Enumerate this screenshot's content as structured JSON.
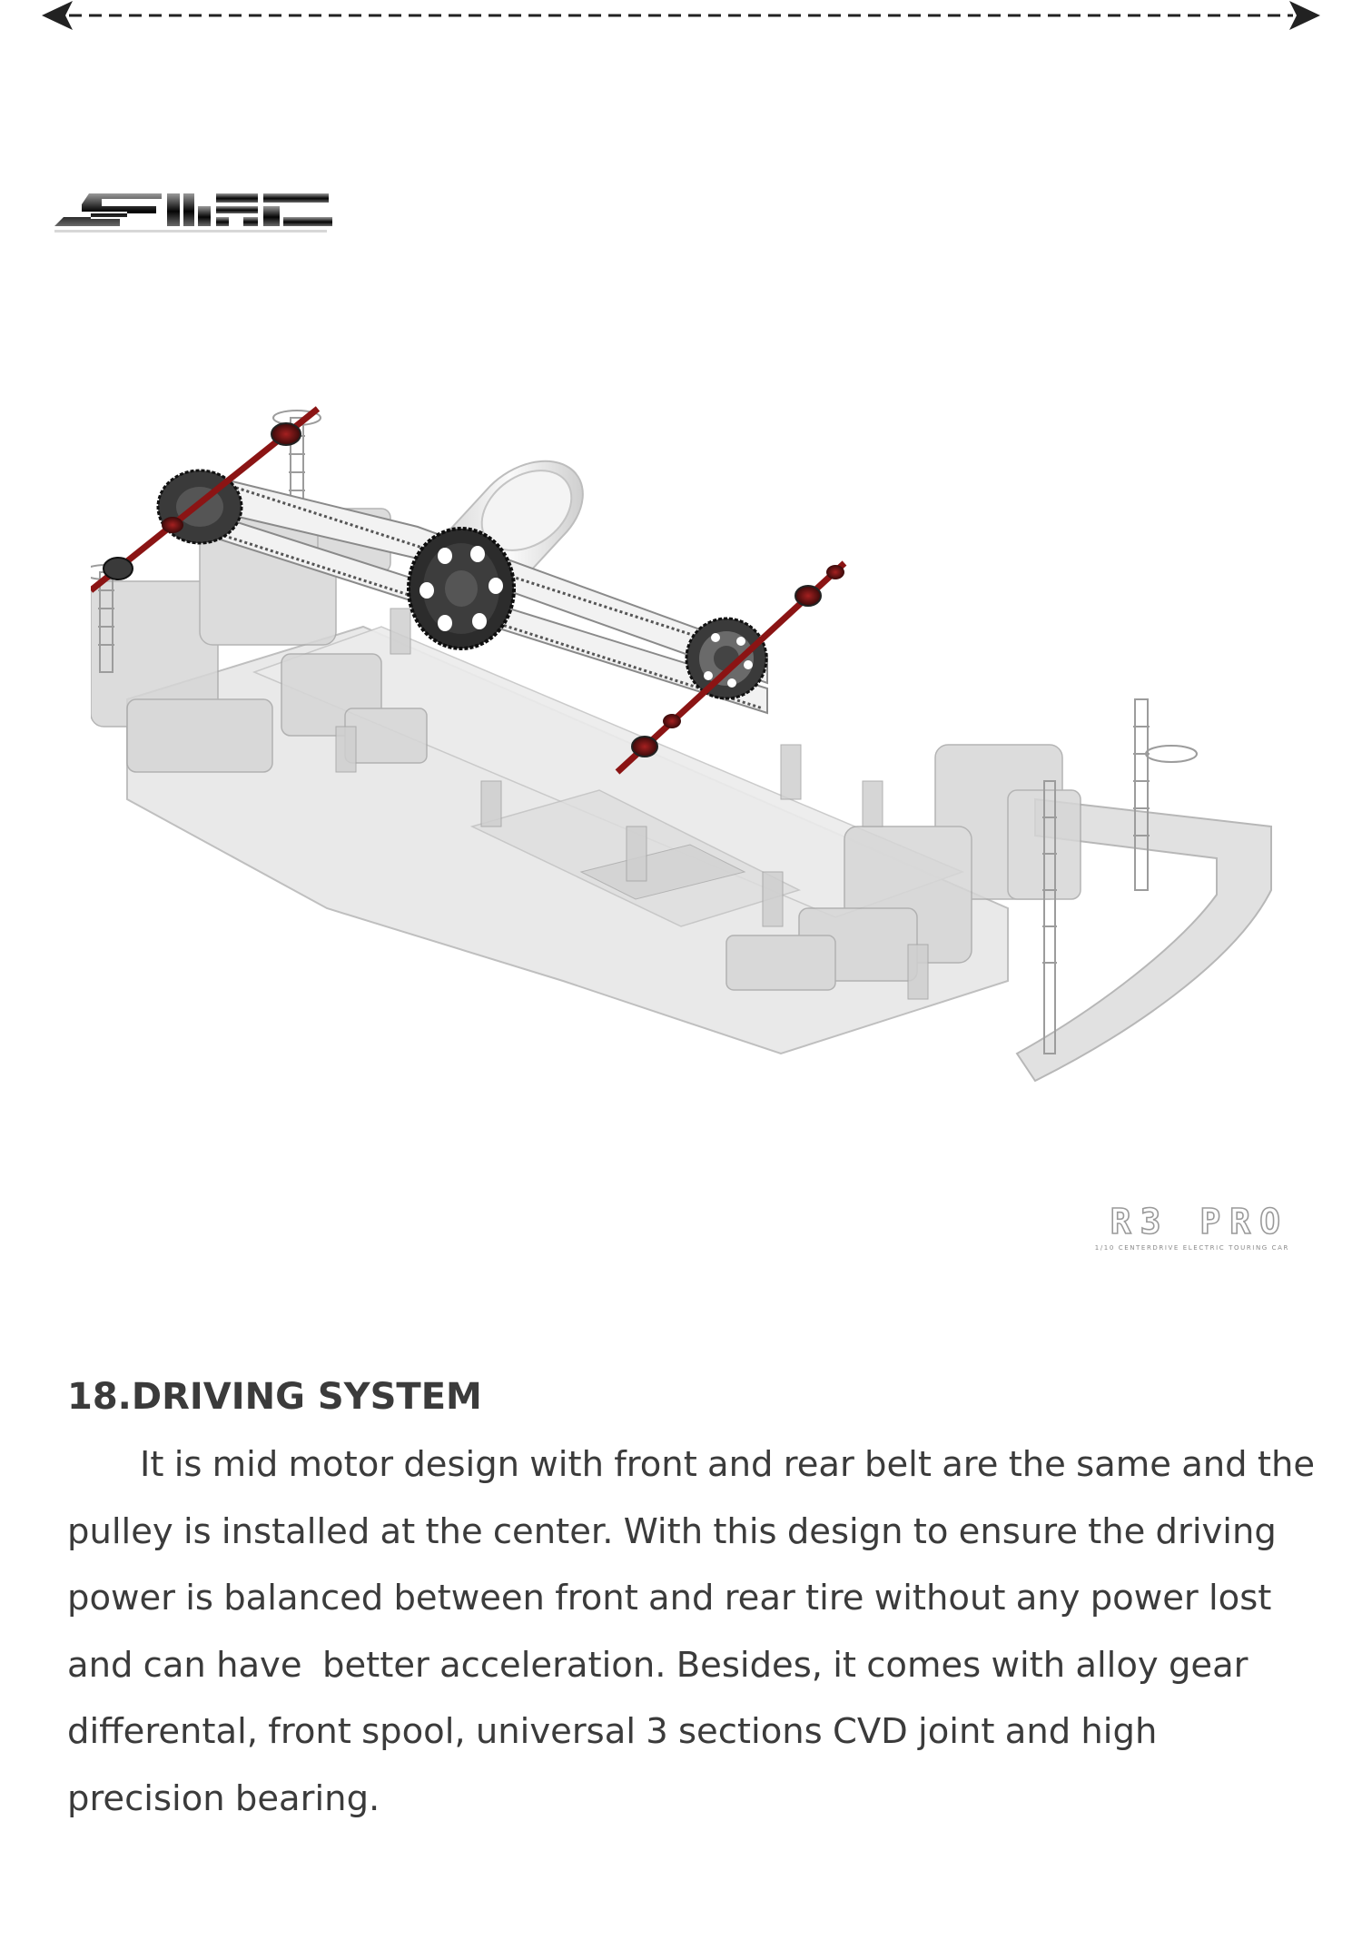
{
  "logo": {
    "text": "SWORKZ"
  },
  "product": {
    "title": "R3 PRO",
    "subtitle": "1/10 CENTERDRIVE ELECTRIC TOURING CAR"
  },
  "section": {
    "heading": "18.DRIVING SYSTEM",
    "body": "It is mid motor design with front and rear belt are the same and the pulley is installed at the center. With this design to ensure the driving power is balanced between front and rear tire without any power lost and can have  better acceleration. Besides, it comes with alloy gear differental, front spool, universal 3 sections CVD joint and high precision bearing."
  },
  "colors": {
    "text": "#3b3b3b",
    "belt_accent": "#8b1414",
    "chassis_gray": "#c8c8c8"
  }
}
